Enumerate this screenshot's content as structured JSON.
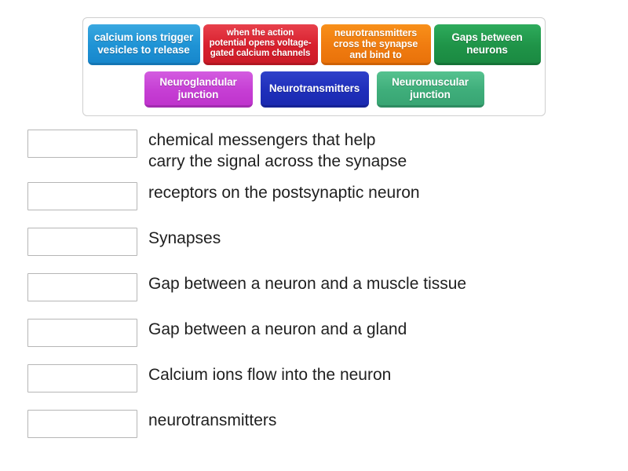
{
  "tiles": {
    "row1": [
      {
        "label": "calcium ions trigger vesicles to release",
        "color": "#1f93d5",
        "variant": "t-blue"
      },
      {
        "label": "when the action potential opens voltage-gated calcium channels",
        "color": "#d8202e",
        "variant": "t-red"
      },
      {
        "label": "neurotransmitters cross the synapse and bind to",
        "color": "#f07c10",
        "variant": "t-orange"
      },
      {
        "label": "Gaps between neurons",
        "color": "#1f9448",
        "variant": "t-green"
      }
    ],
    "row2": [
      {
        "label": "Neuroglandular junction",
        "color": "#c63fd4",
        "variant": "t-magenta"
      },
      {
        "label": "Neurotransmitters",
        "color": "#1f2fbb",
        "variant": "t-darkblue"
      },
      {
        "label": "Neuromuscular junction",
        "color": "#3fae7b",
        "variant": "t-seagreen"
      }
    ]
  },
  "answers": [
    {
      "text": "chemical messengers that help\ncarry the signal across the synapse",
      "slot_value": ""
    },
    {
      "text": "receptors on the postsynaptic neuron",
      "slot_value": ""
    },
    {
      "text": "Synapses",
      "slot_value": ""
    },
    {
      "text": "Gap between a neuron and a muscle tissue",
      "slot_value": ""
    },
    {
      "text": "Gap between a neuron and a gland",
      "slot_value": ""
    },
    {
      "text": "Calcium ions flow into the neuron",
      "slot_value": ""
    },
    {
      "text": "neurotransmitters",
      "slot_value": ""
    }
  ]
}
